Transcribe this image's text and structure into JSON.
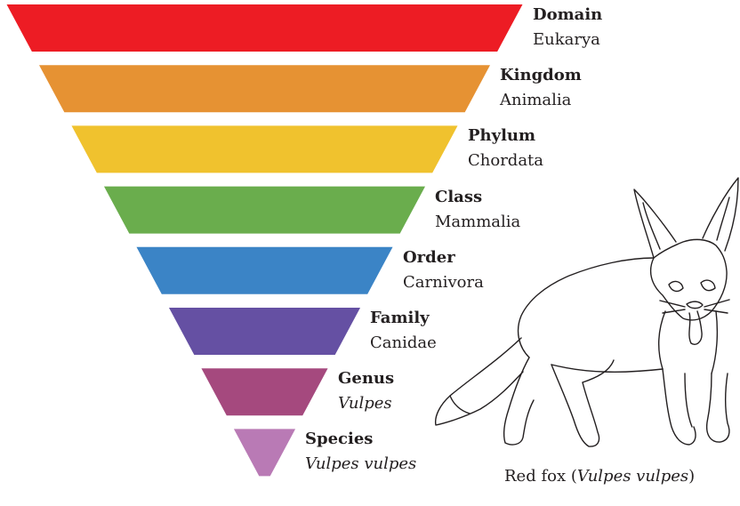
{
  "ranks": [
    {
      "rank": "Domain",
      "taxon": "Eukarya",
      "italic": false,
      "color": "#ed1c24"
    },
    {
      "rank": "Kingdom",
      "taxon": "Animalia",
      "italic": false,
      "color": "#e69233"
    },
    {
      "rank": "Phylum",
      "taxon": "Chordata",
      "italic": false,
      "color": "#f0c22e"
    },
    {
      "rank": "Class",
      "taxon": "Mammalia",
      "italic": false,
      "color": "#6aad4d"
    },
    {
      "rank": "Order",
      "taxon": "Carnivora",
      "italic": false,
      "color": "#3b84c6"
    },
    {
      "rank": "Family",
      "taxon": "Canidae",
      "italic": false,
      "color": "#6550a3"
    },
    {
      "rank": "Genus",
      "taxon": "Vulpes",
      "italic": true,
      "color": "#a5497e"
    },
    {
      "rank": "Species",
      "taxon": "Vulpes vulpes",
      "italic": true,
      "color": "#b97ab5"
    }
  ],
  "caption": {
    "prefix": "Red fox (",
    "species": "Vulpes vulpes",
    "suffix": ")"
  },
  "illustration": {
    "icon": "red-fox-line-drawing",
    "stroke_color": "#231f20"
  }
}
